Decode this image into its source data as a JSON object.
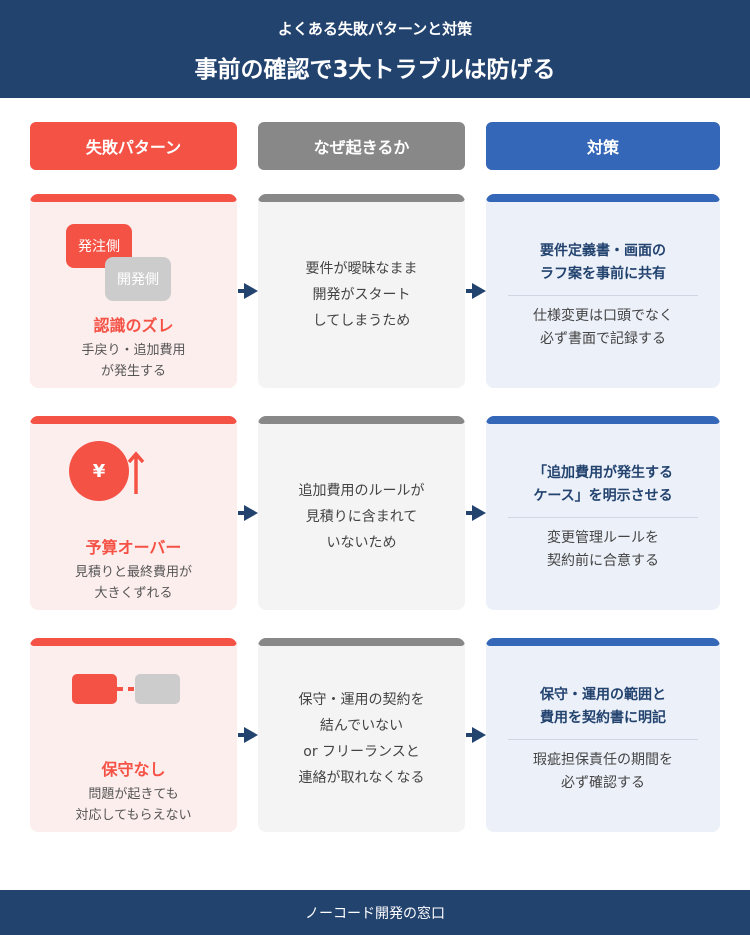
{
  "header": {
    "subtitle": "よくある失敗パターンと対策",
    "title": "事前の確認で3大トラブルは防げる"
  },
  "columns": [
    "失敗パターン",
    "なぜ起きるか",
    "対策"
  ],
  "rows": [
    {
      "failure": {
        "icon": "mismatch-tags-icon",
        "tag_a": "発注側",
        "tag_b": "開発側",
        "label": "認識のズレ",
        "desc": [
          "手戻り・追加費用",
          "が発生する"
        ]
      },
      "cause": [
        "要件が曖昧なまま",
        "開発がスタート",
        "してしまうため"
      ],
      "fix": {
        "title": [
          "要件定義書・画面の",
          "ラフ案を事前に共有"
        ],
        "desc": [
          "仕様変更は口頭でなく",
          "必ず書面で記録する"
        ]
      }
    },
    {
      "failure": {
        "icon": "yen-up-icon",
        "symbol": "¥",
        "label": "予算オーバー",
        "desc": [
          "見積りと最終費用が",
          "大きくずれる"
        ]
      },
      "cause": [
        "追加費用のルールが",
        "見積りに含まれて",
        "いないため"
      ],
      "fix": {
        "title": [
          "「追加費用が発生する",
          "ケース」を明示させる"
        ],
        "desc": [
          "変更管理ルールを",
          "契約前に合意する"
        ]
      }
    },
    {
      "failure": {
        "icon": "broken-link-icon",
        "label": "保守なし",
        "desc": [
          "問題が起きても",
          "対応してもらえない"
        ]
      },
      "cause": [
        "保守・運用の契約を",
        "結んでいない",
        "or フリーランスと",
        "連絡が取れなくなる"
      ],
      "fix": {
        "title": [
          "保守・運用の範囲と",
          "費用を契約書に明記"
        ],
        "desc": [
          "瑕疵担保責任の期間を",
          "必ず確認する"
        ]
      }
    }
  ],
  "footer": "ノーコード開発の窓口",
  "colors": {
    "navy": "#23436f",
    "red": "#f55246",
    "gray": "#888888",
    "blue": "#3567b8"
  }
}
